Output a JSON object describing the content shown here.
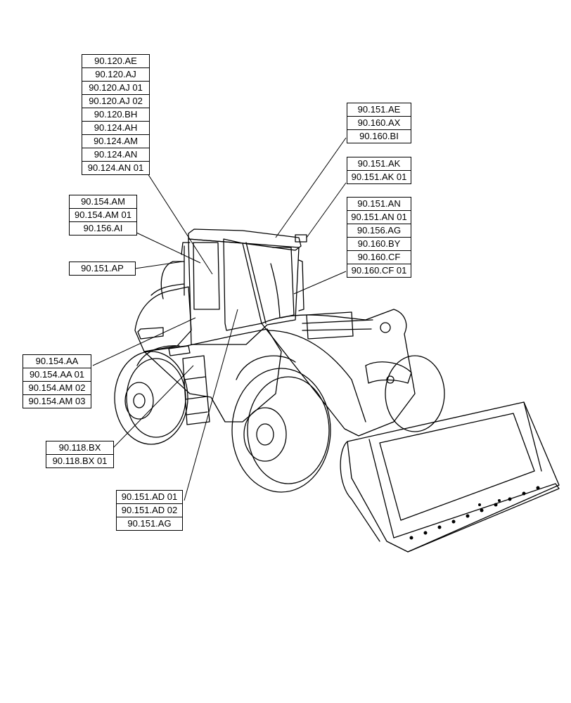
{
  "groups": [
    {
      "id": "g1",
      "labels": [
        "90.120.AE",
        "90.120.AJ",
        "90.120.AJ 01",
        "90.120.AJ 02",
        "90.120.BH",
        "90.124.AH",
        "90.124.AM",
        "90.124.AN",
        "90.124.AN 01"
      ]
    },
    {
      "id": "g2",
      "labels": [
        "90.154.AM",
        "90.154.AM 01",
        "90.156.AI"
      ]
    },
    {
      "id": "g3",
      "labels": [
        "90.151.AP"
      ]
    },
    {
      "id": "g4",
      "labels": [
        "90.151.AE",
        "90.160.AX",
        "90.160.BI"
      ]
    },
    {
      "id": "g5",
      "labels": [
        "90.151.AK",
        "90.151.AK 01"
      ]
    },
    {
      "id": "g6",
      "labels": [
        "90.151.AN",
        "90.151.AN 01",
        "90.156.AG",
        "90.160.BY",
        "90.160.CF",
        "90.160.CF 01"
      ]
    },
    {
      "id": "g7",
      "labels": [
        "90.154.AA",
        "90.154.AA 01",
        "90.154.AM 02",
        "90.154.AM 03"
      ]
    },
    {
      "id": "g8",
      "labels": [
        "90.118.BX",
        "90.118.BX 01"
      ]
    },
    {
      "id": "g9",
      "labels": [
        "90.151.AD 01",
        "90.151.AD 02",
        "90.151.AG"
      ]
    }
  ]
}
